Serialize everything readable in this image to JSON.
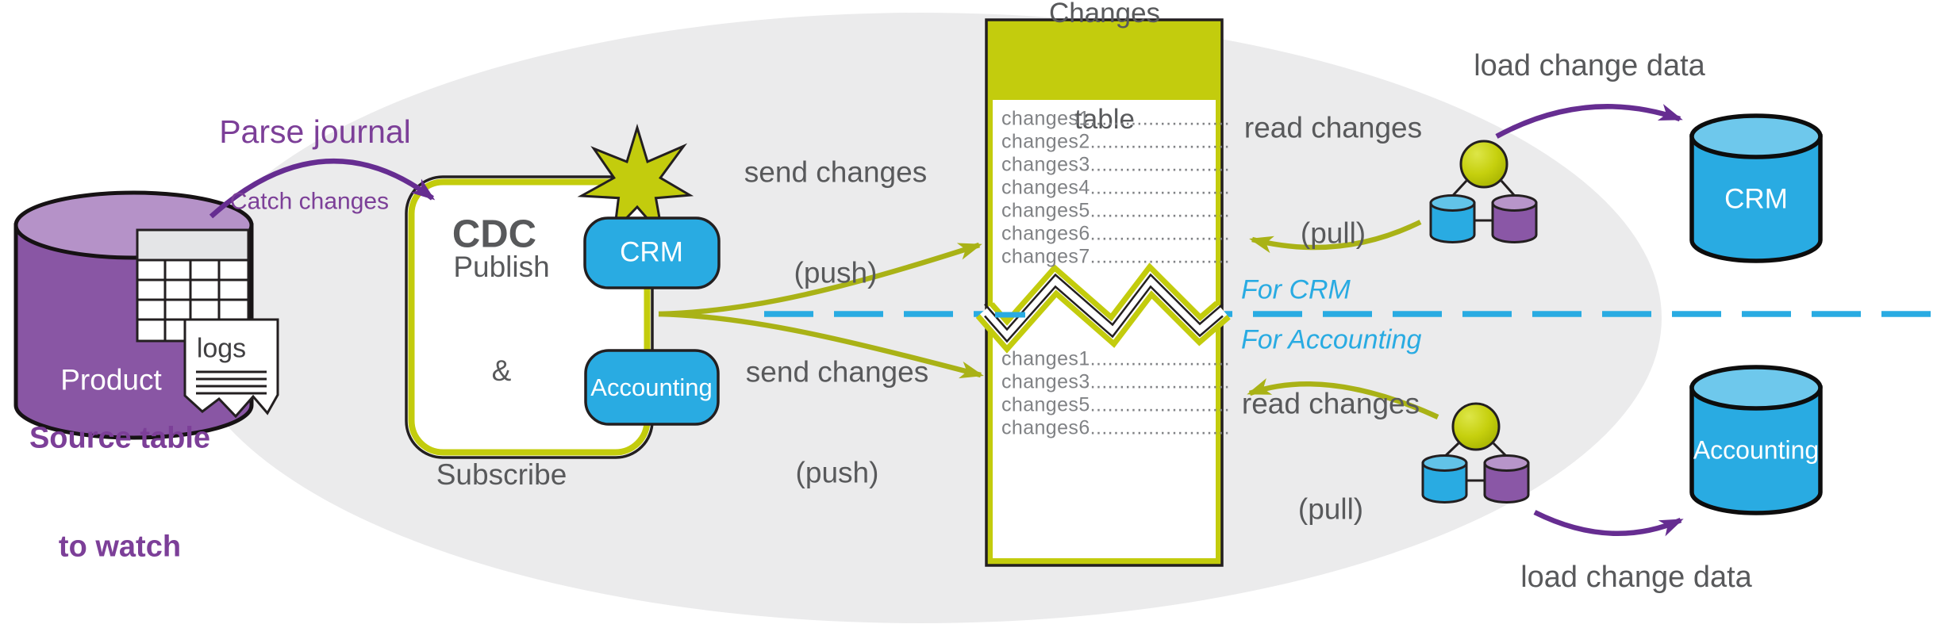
{
  "colors": {
    "olive_fill": "#c3cc0d",
    "olive_arrow": "#a9b216",
    "blue": "#29abe2",
    "blue_light": "#6ec8ec",
    "purple_db": "#8956a4",
    "purple_db_light": "#b592c8",
    "purple_text": "#7c3f98",
    "purple_arrow": "#662d91",
    "gray_text": "#58595b",
    "row_text": "#808285",
    "scope_ellipse": "#ebebec"
  },
  "source": {
    "db_label": "Product",
    "logs_label": "logs",
    "caption_line1": "Source table",
    "caption_line2": "to watch"
  },
  "flow": {
    "parse_journal": "Parse journal",
    "catch_changes": "Catch changes",
    "send_line1": "send changes",
    "send_line2": "(push)",
    "read_line1": "read changes",
    "read_line2": "(pull)",
    "load_change_data": "load change data",
    "for_crm": "For CRM",
    "for_accounting": "For Accounting"
  },
  "cdc": {
    "title": "CDC",
    "pubsub_line1": "Publish",
    "pubsub_line2": "&",
    "pubsub_line3": "Subscribe",
    "badge_crm": "CRM",
    "badge_accounting": "Accounting"
  },
  "changes_table": {
    "header_line1": "Changes",
    "header_line2": "table",
    "top_rows": [
      "changes1........................",
      "changes2........................",
      "changes3........................",
      "changes4........................",
      "changes5........................",
      "changes6........................",
      "changes7........................"
    ],
    "bottom_rows": [
      "changes1........................",
      "changes3........................",
      "changes5........................",
      "changes6........................"
    ]
  },
  "targets": {
    "crm_db": "CRM",
    "accounting_db": "Accounting"
  }
}
